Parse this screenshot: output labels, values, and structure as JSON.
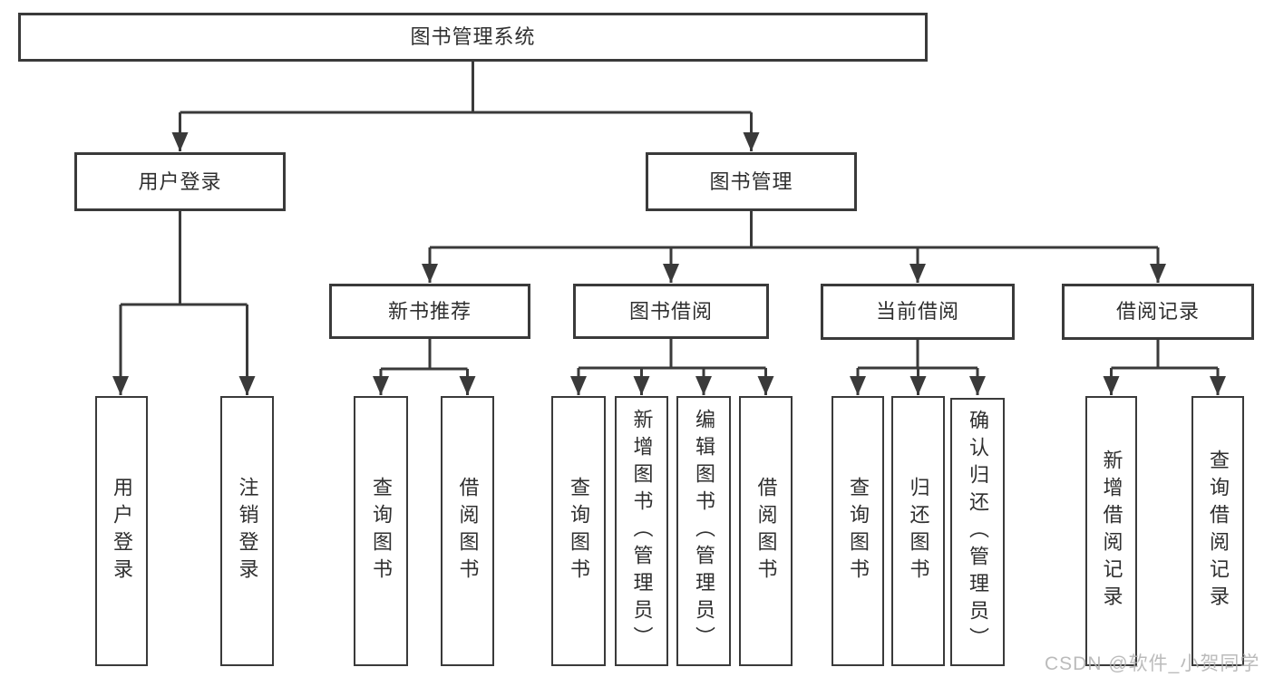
{
  "tree": {
    "label": "图书管理系统",
    "children": [
      {
        "label": "用户登录",
        "children": [
          {
            "label": "用户登录"
          },
          {
            "label": "注销登录"
          }
        ]
      },
      {
        "label": "图书管理",
        "children": [
          {
            "label": "新书推荐",
            "children": [
              {
                "label": "查询图书"
              },
              {
                "label": "借阅图书"
              }
            ]
          },
          {
            "label": "图书借阅",
            "children": [
              {
                "label": "查询图书"
              },
              {
                "label": "新增图书（管理员）"
              },
              {
                "label": "编辑图书（管理员）"
              },
              {
                "label": "借阅图书"
              }
            ]
          },
          {
            "label": "当前借阅",
            "children": [
              {
                "label": "查询图书"
              },
              {
                "label": "归还图书"
              },
              {
                "label": "确认归还（管理员）"
              }
            ]
          },
          {
            "label": "借阅记录",
            "children": [
              {
                "label": "新增借阅记录"
              },
              {
                "label": "查询借阅记录"
              }
            ]
          }
        ]
      }
    ]
  },
  "watermark": {
    "text": "CSDN @软件_小贺同学"
  },
  "colors": {
    "line": "#3a3a3a",
    "box_border": "#3a3a3a",
    "text": "#2f2f2f",
    "background": "#ffffff",
    "watermark": "#b0b0b0"
  }
}
